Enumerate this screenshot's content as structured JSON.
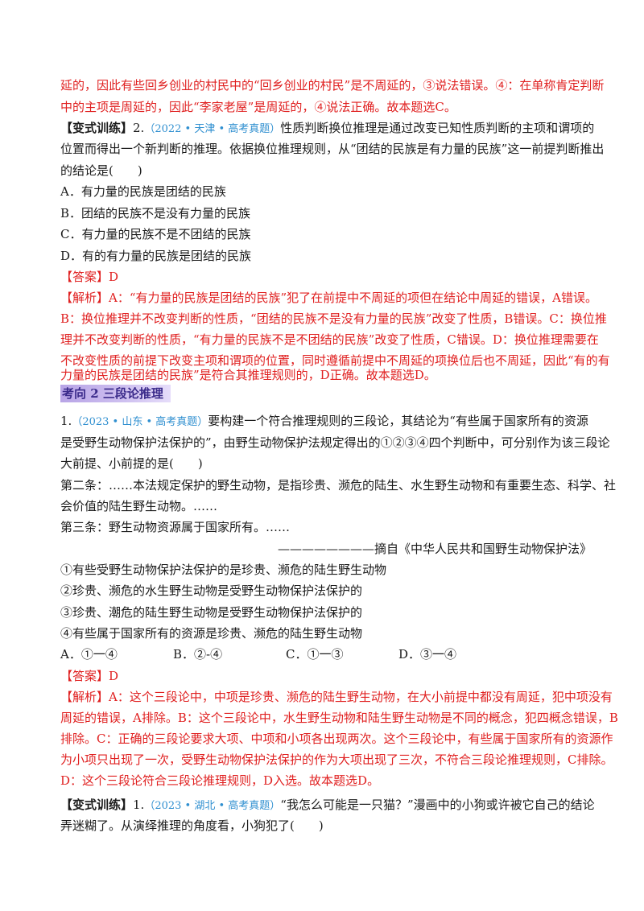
{
  "top": {
    "line1": "延的，因此有些回乡创业的村民中的“回乡创业的村民”是不周延的，③说法错误。④：在单称肯定判断",
    "line2": "中的主项是周延的，因此“李家老屋”是周延的，④说法正确。故本题选C。"
  },
  "q2": {
    "tag": "【变式训练】",
    "number": "2.",
    "source": "（2022 • 天津 • 高考真题）",
    "stem1": "性质判断换位推理是通过改变已知性质判断的主项和谓项的",
    "stem2": "位置而得出一个新判断的推理。依据换位推理规则，从“团结的民族是有力量的民族”这一前提判断推出",
    "stem3": "的结论是(　　)",
    "opt_a": "A．有力量的民族是团结的民族",
    "opt_b": "B．团结的民族不是没有力量的民族",
    "opt_c": "C．有力量的民族不是不团结的民族",
    "opt_d": "D．有的有力量的民族是团结的民族",
    "answer": "【答案】D",
    "exp1": "【解析】A：“有力量的民族是团结的民族”犯了在前提中不周延的项但在结论中周延的错误，A错误。",
    "exp2": "B：换位推理并不改变判断的性质，“团结的民族不是没有力量的民族”改变了性质，B错误。C：换位推",
    "exp3": "理并不改变判断的性质，“有力量的民族不是不团结的民族”改变了性质，C错误。D：换位推理需要在",
    "exp4": "不改变性质的前提下改变主项和谓项的位置，同时遵循前提中不周延的项换位后也不周延，因此“有的有",
    "exp5": "力量的民族是团结的民族”是符合其推理规则的，D正确。故本题选D。"
  },
  "section": {
    "label": "考向 2  三段论推理"
  },
  "q1": {
    "number": "1.",
    "source": "（2023 • 山东 • 高考真题）",
    "stem1": "要构建一个符合推理规则的三段论，其结论为“有些属于国家所有的资源",
    "stem2": "是受野生动物保护法保护的”，由野生动物保护法规定得出的①②③④四个判断中，可分别作为该三段论",
    "stem3": "大前提、小前提的是(　　)",
    "art2_1": "第二条：……本法规定保护的野生动物，是指珍贵、濒危的陆生、水生野生动物和有重要生态、科学、社",
    "art2_2": "会价值的陆生野生动物。……",
    "art3": "第三条：野生动物资源属于国家所有。……",
    "cite": "————————摘自《中华人民共和国野生动物保护法》",
    "s1": "①有些受野生动物保护法保护的是珍贵、濒危的陆生野生动物",
    "s2": "②珍贵、濒危的水生野生动物是受野生动物保护法保护的",
    "s3": "③珍贵、潮危的陆生野生动物是受野生动物保护法保护的",
    "s4": "④有些属于国家所有的资源是珍贵、濒危的陆生野生动物",
    "opt_a": "A．①一④",
    "opt_b": "B．②-④",
    "opt_c": "C．①一③",
    "opt_d": "D．③一④",
    "answer": "【答案】D",
    "exp1": "【解析】A：这个三段论中，中项是珍贵、濒危的陆生野生动物，在大小前提中都没有周延，犯中项没有",
    "exp2": "周延的错误，A排除。B：这个三段论中，水生野生动物和陆生野生动物是不同的概念，犯四概念错误，B",
    "exp3": "排除。C：正确的三段论要求大项、中项和小项各出现两次。这个三段论中，有些属于国家所有的资源作",
    "exp4": "为小项只出现了一次，受野生动物保护法保护的作为大项出现了三次，不符合三段论推理规则，C排除。",
    "exp5": "D：这个三段论符合三段论推理规则，D入选。故本题选D。"
  },
  "q3": {
    "tag": "【变式训练】",
    "number": "1.",
    "source": "（2023 • 湖北 • 高考真题）",
    "stem1": "“我怎么可能是一只猫？”漫画中的小狗或许被它自己的结论",
    "stem2": "弄迷糊了。从演绎推理的角度看，小狗犯了(　　)"
  }
}
